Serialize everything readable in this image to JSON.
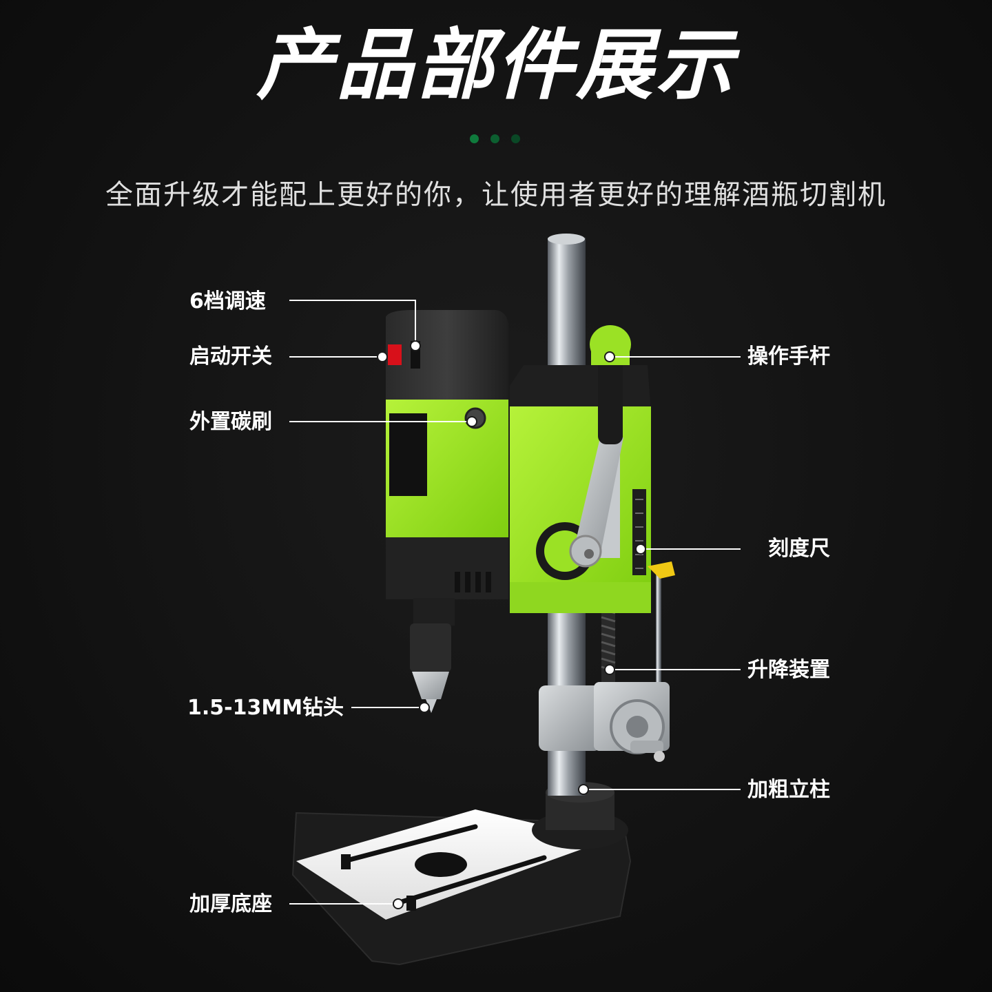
{
  "title": "产品部件展示",
  "subtitle": "全面升级才能配上更好的你，让使用者更好的理解酒瓶切割机",
  "colors": {
    "accent": "#96e21b",
    "dot_colors": [
      "#0f7a3c",
      "#0c5f30",
      "#0a4826"
    ],
    "background": "#141414"
  },
  "labels": {
    "speed": "6档调速",
    "switch": "启动开关",
    "brush": "外置碳刷",
    "bit": "1.5-13MM钻头",
    "base": "加厚底座",
    "lever": "操作手杆",
    "scale": "刻度尺",
    "lift": "升降装置",
    "column": "加粗立柱"
  }
}
